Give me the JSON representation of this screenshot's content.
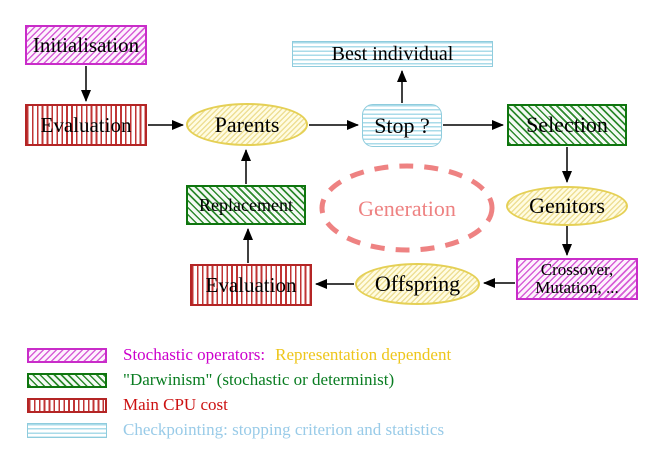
{
  "diagram": {
    "nodes": {
      "initialisation": {
        "label": "Initialisation"
      },
      "evaluation_top": {
        "label": "Evaluation"
      },
      "parents": {
        "label": "Parents"
      },
      "best_individual": {
        "label": "Best individual"
      },
      "stop": {
        "label": "Stop ?"
      },
      "selection": {
        "label": "Selection"
      },
      "genitors": {
        "label": "Genitors"
      },
      "crossover_mutation": {
        "line1": "Crossover,",
        "line2": "Mutation, ..."
      },
      "offspring": {
        "label": "Offspring"
      },
      "evaluation_bottom": {
        "label": "Evaluation"
      },
      "replacement": {
        "label": "Replacement"
      },
      "generation": {
        "label": "Generation"
      }
    },
    "colors": {
      "stochastic_magenta": "#cc00cc",
      "darwinism_green": "#0e750e",
      "cpu_red": "#b42525",
      "checkpoint_cyan": "#99cbe8",
      "population_yellow": "#e5d055",
      "generation_salmon": "#ee8282",
      "representation_gold": "#eec61c"
    }
  },
  "legend": {
    "items": [
      {
        "swatch": "magenta-hatch",
        "text": "Stochastic operators:",
        "text2": "Representation dependent"
      },
      {
        "swatch": "green-hatch",
        "text": "\"Darwinism\" (stochastic or determinist)"
      },
      {
        "swatch": "red-stripes",
        "text": "Main CPU cost"
      },
      {
        "swatch": "cyan-stripes",
        "text": "Checkpointing: stopping criterion and statistics"
      }
    ]
  }
}
